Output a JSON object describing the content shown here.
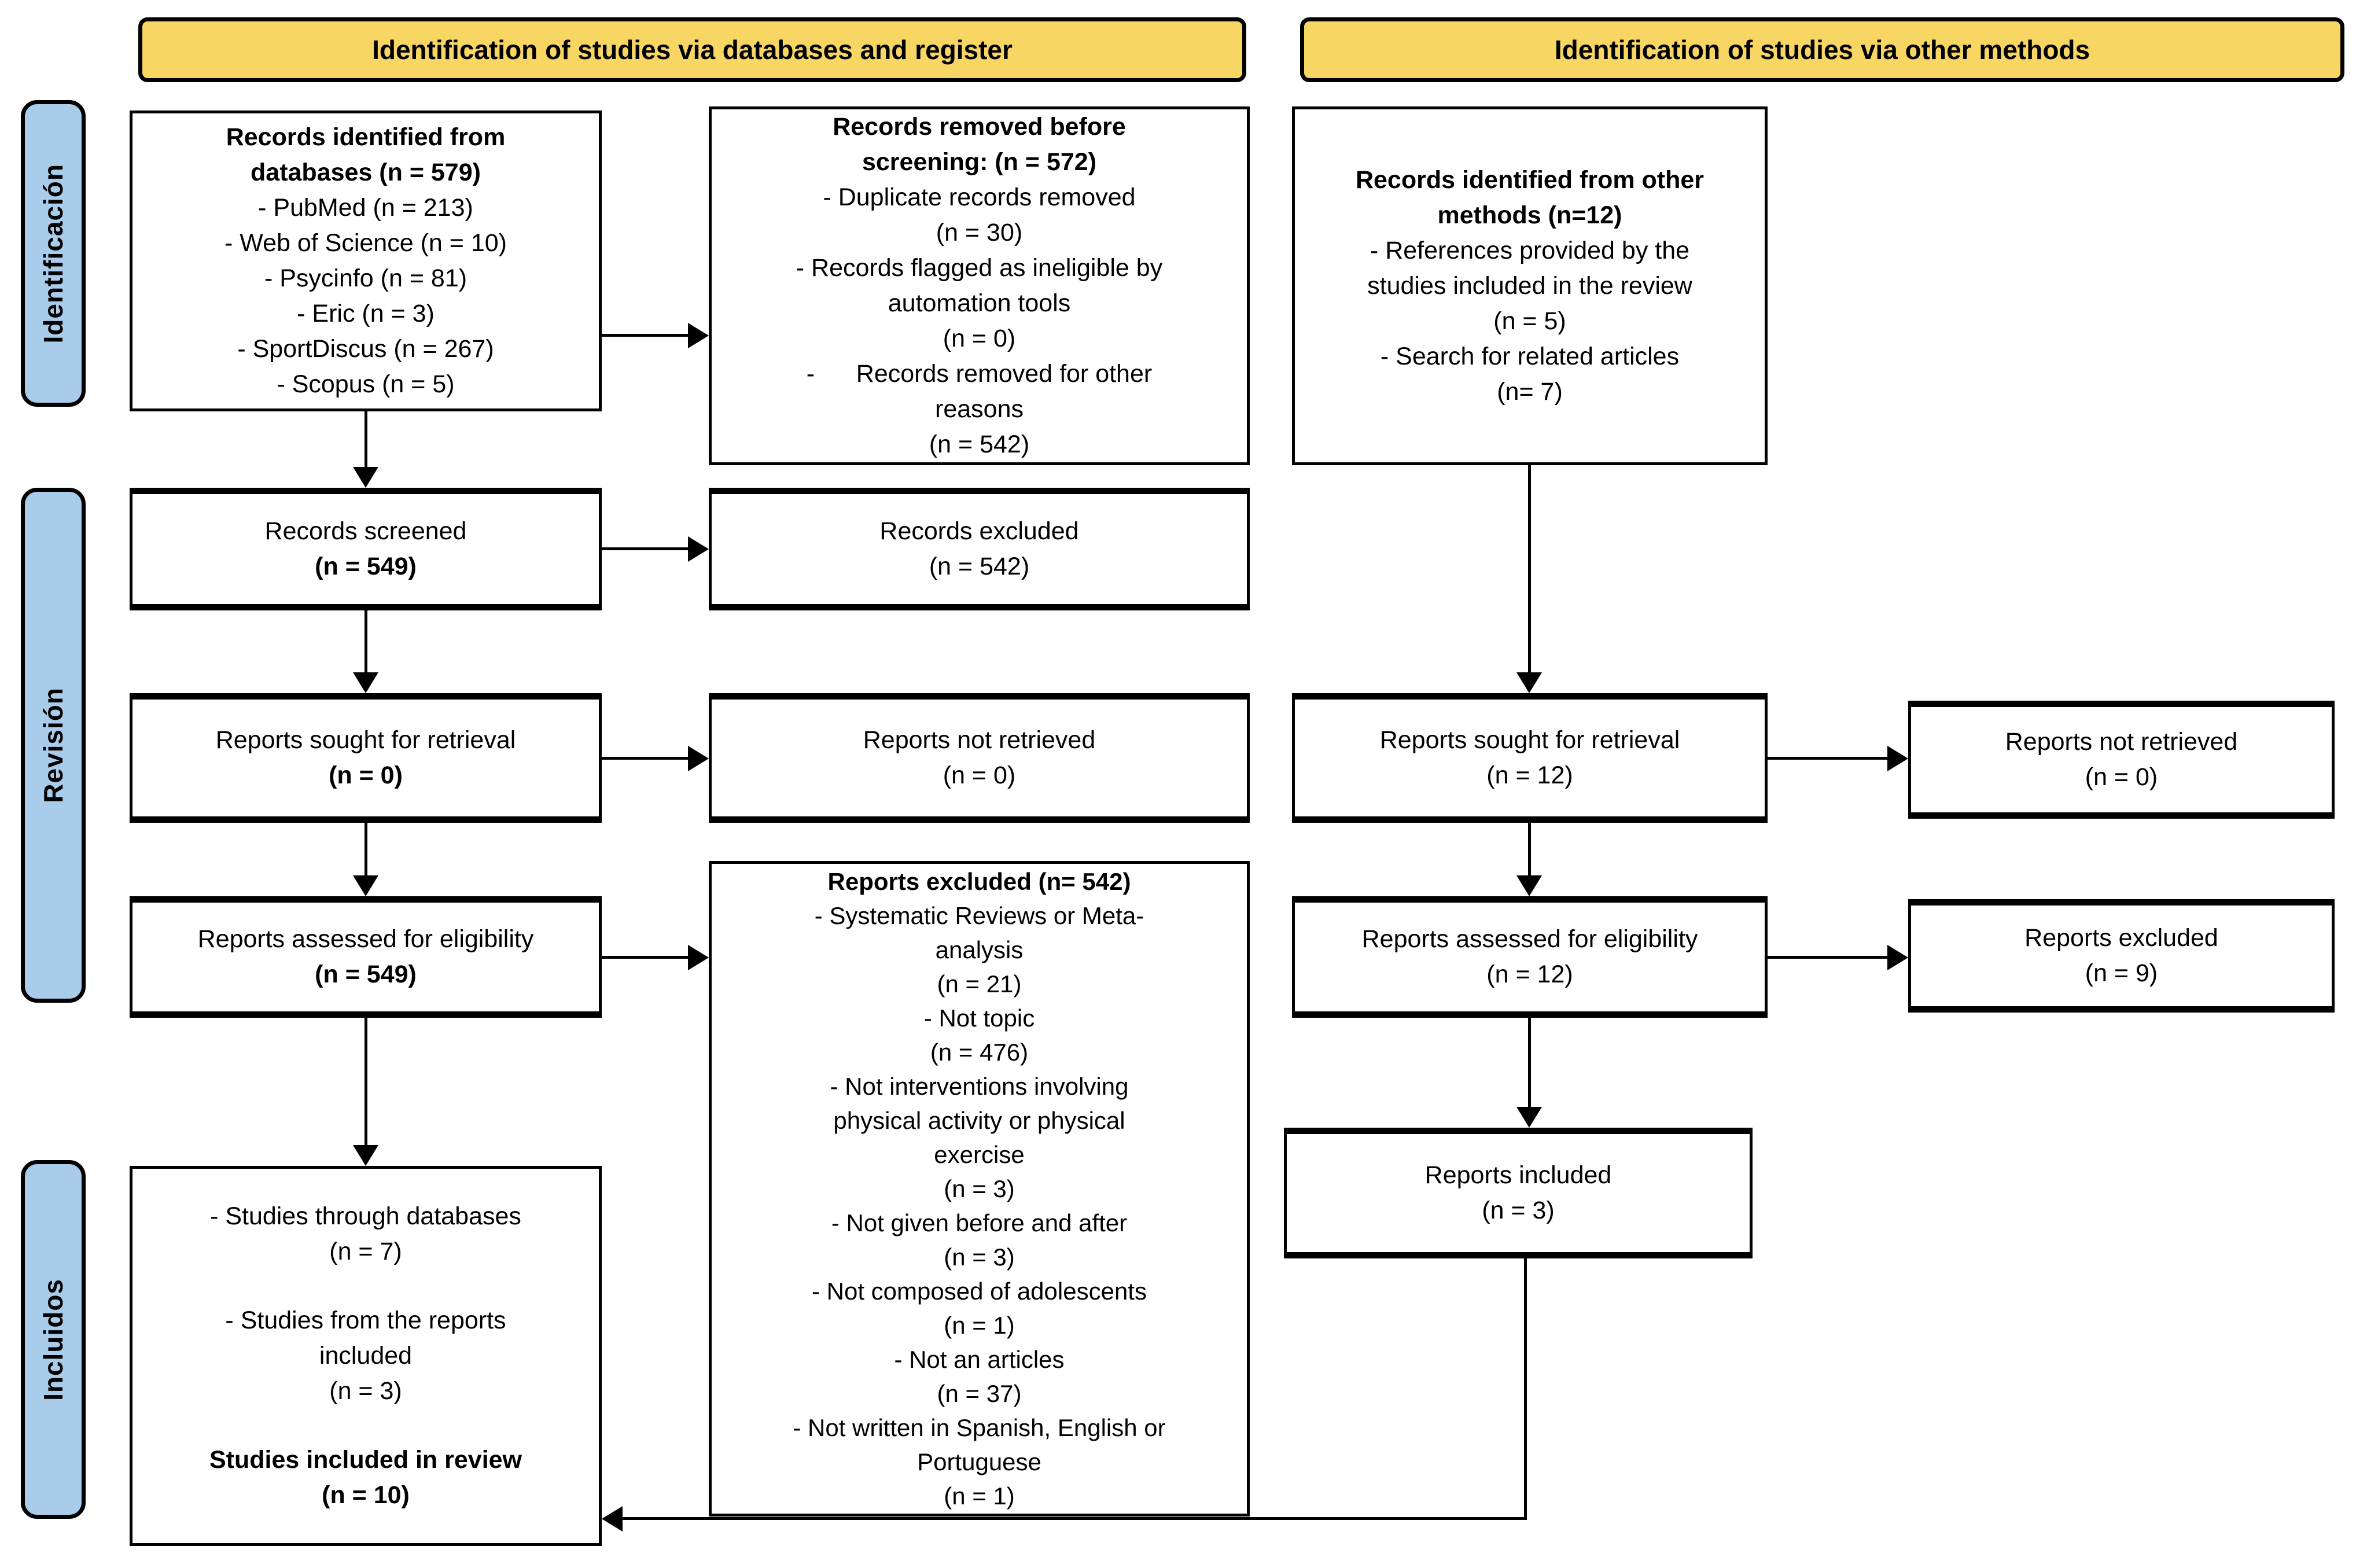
{
  "colors": {
    "header_fill": "#F8D664",
    "sidebar_fill": "#A9CCEB",
    "box_border": "#000000",
    "background": "#FFFFFF"
  },
  "headers": {
    "left": "Identification of studies via databases and register",
    "right": "Identification of studies via other methods"
  },
  "sidebar": {
    "identification": "Identificación",
    "screening": "Revisión",
    "included": "Incluidos"
  },
  "boxes": {
    "db_identified": {
      "lines": [
        "Records identified from",
        "databases (n = 579)",
        "- PubMed (n = 213)",
        "- Web of Science (n = 10)",
        "- Psycinfo (n = 81)",
        "- Eric (n = 3)",
        "- SportDiscus (n = 267)",
        "- Scopus (n = 5)"
      ]
    },
    "removed_before": {
      "lines": [
        "Records removed before",
        "screening: (n = 572)",
        "- Duplicate records removed",
        "(n = 30)",
        "- Records flagged as ineligible by",
        "automation tools",
        "(n = 0)",
        "-      Records removed for other",
        "reasons",
        "(n = 542)"
      ]
    },
    "other_methods": {
      "lines": [
        "Records identified from other",
        "methods (n=12)",
        "- References provided by the",
        "studies included in the review",
        "(n = 5)",
        "- Search for related articles",
        "(n= 7)"
      ]
    },
    "records_screened": {
      "line1": "Records screened",
      "line2": "(n = 549)"
    },
    "records_excluded": {
      "line1": "Records excluded",
      "line2": "(n = 542)"
    },
    "reports_sought_left": {
      "line1": "Reports sought for retrieval",
      "line2": "(n = 0)"
    },
    "reports_not_retrieved_left": {
      "line1": "Reports not retrieved",
      "line2": "(n = 0)"
    },
    "reports_assessed_left": {
      "line1": "Reports assessed for eligibility",
      "line2": "(n = 549)"
    },
    "reports_excluded_big": {
      "lines": [
        "Reports excluded (n= 542)",
        "- Systematic Reviews or Meta-",
        "analysis",
        "(n = 21)",
        "- Not topic",
        "(n = 476)",
        "- Not interventions involving",
        "physical activity or physical",
        "exercise",
        "(n = 3)",
        "- Not given before and after",
        "(n = 3)",
        "- Not composed of adolescents",
        "(n = 1)",
        "- Not an articles",
        "(n = 37)",
        "- Not written in Spanish, English or",
        "Portuguese",
        "(n = 1)"
      ]
    },
    "reports_sought_right": {
      "line1": "Reports sought for retrieval",
      "line2": "(n = 12)"
    },
    "reports_not_retrieved_right": {
      "line1": "Reports not retrieved",
      "line2": "(n = 0)"
    },
    "reports_assessed_right": {
      "line1": "Reports assessed for eligibility",
      "line2": "(n = 12)"
    },
    "reports_excluded_right": {
      "line1": "Reports excluded",
      "line2": "(n = 9)"
    },
    "reports_included": {
      "line1": "Reports included",
      "line2": "(n = 3)"
    },
    "studies_included": {
      "lines": [
        "- Studies through databases",
        "(n = 7)",
        "- Studies from the reports",
        "included",
        "(n = 3)",
        "Studies included in review",
        "(n = 10)"
      ]
    }
  }
}
